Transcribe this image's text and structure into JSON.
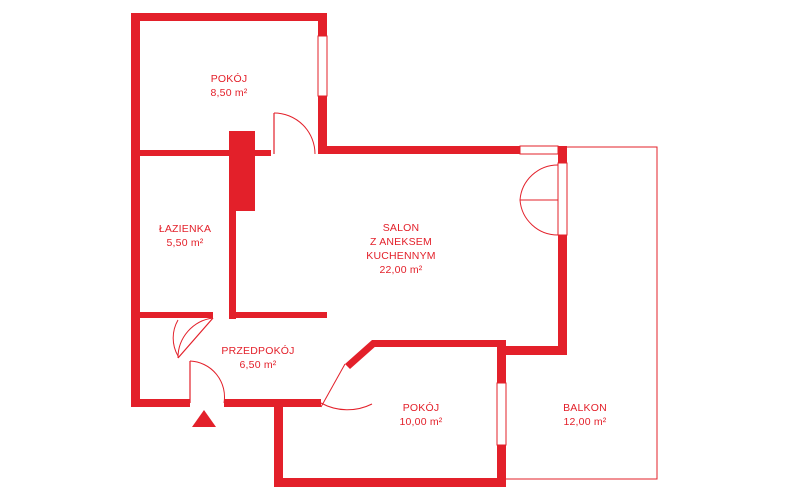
{
  "colors": {
    "wall": "#e3202a",
    "background": "#ffffff"
  },
  "rooms": [
    {
      "id": "pokoj-small",
      "name": "POKÓJ",
      "area": "8,50 m²"
    },
    {
      "id": "lazienka",
      "name": "ŁAZIENKA",
      "area": "5,50 m²"
    },
    {
      "id": "salon",
      "name_lines": [
        "SALON",
        "Z ANEKSEM",
        "KUCHENNYM"
      ],
      "area": "22,00 m²"
    },
    {
      "id": "przedpokoj",
      "name": "PRZEDPOKÓJ",
      "area": "6,50 m²"
    },
    {
      "id": "pokoj-large",
      "name": "POKÓJ",
      "area": "10,00 m²"
    },
    {
      "id": "balkon",
      "name": "BALKON",
      "area": "12,00 m²"
    }
  ],
  "entrance_marker": "triangle-entrance-icon"
}
